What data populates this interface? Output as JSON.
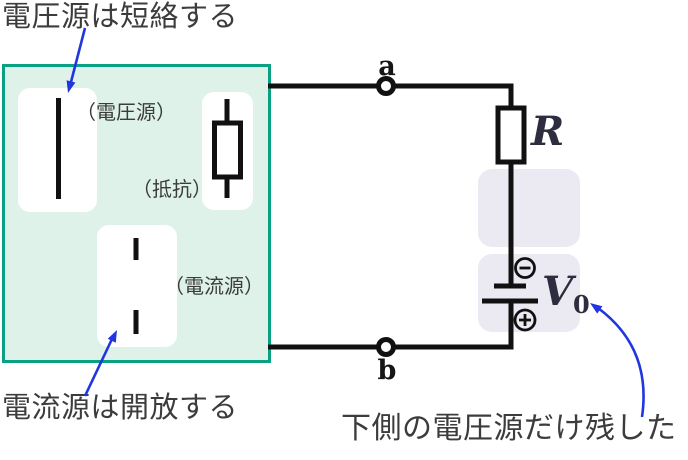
{
  "colors": {
    "teal_border": "#0aa183",
    "mint_fill": "#def2e9",
    "lavender_box": "#ebe9f1",
    "arrow_blue": "#2236e0",
    "text_gray": "#3c3c3c",
    "circuit_black": "#111111",
    "math_ink": "#2d2d3f"
  },
  "annotations": {
    "top_left": "電圧源は短絡する",
    "bottom_left": "電流源は開放する",
    "bottom_right": "下側の電圧源だけ残した"
  },
  "panel": {
    "voltage_source_label": "（電圧源）",
    "resistor_label": "（抵抗）",
    "current_source_label": "（電流源）"
  },
  "circuit": {
    "terminal_a": "a",
    "terminal_b": "b",
    "resistor_name": "R",
    "source_name": "V",
    "source_subscript": "0"
  }
}
